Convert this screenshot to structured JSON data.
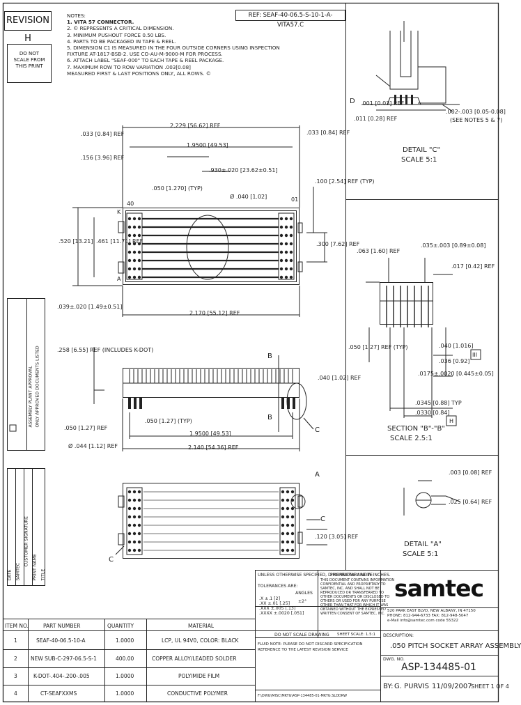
{
  "revision": "REVISION H",
  "do_not_scale": [
    "DO NOT",
    "SCALE FROM",
    "THIS PRINT"
  ],
  "ref_part": "REF: SEAF-40-06.5-S-10-1-A-VITA57.C",
  "notes": {
    "header": "NOTES:",
    "lines": [
      "1. VITA 57 CONNECTOR.",
      "2. © REPRESENTS A CRITICAL DIMENSION.",
      "3. MINIMUM PUSHOUT FORCE 0.50 LBS.",
      "4. PARTS TO BE PACKAGED IN TAPE & REEL.",
      "5. DIMENSION C1 IS MEASURED IN THE FOUR OUTSIDE CORNERS USING INSPECTION",
      "   FIXTURE AT-1817-BSB-2. USE CO-AU-M-9000-M FOR PROCESS.",
      "6. ATTACH LABEL \"SEAF-000\" TO EACH TAPE & REEL PACKAGE.",
      "7. MAXIMUM ROW TO ROW VARIATION .003[0.08]",
      "   MEASURED FIRST & LAST POSITIONS ONLY, ALL ROWS. ©"
    ]
  },
  "top_view": {
    "dims": [
      "2.229 [56.62] REF",
      ".033 [0.84] REF",
      ".033 [0.84] REF",
      "1.9500 [49.53]",
      ".156 [3.96] REF",
      ".930±.020 [23.62±0.51]",
      ".050 [1.270] (TYP)",
      ".100 [2.54] REF (TYP)",
      "Ø .040 [1.02]",
      ".300 [7.62] REF",
      ".520 [13.21]",
      ".461 [11.71] REF",
      ".039±.020 [1.49±0.51]",
      "2.170 [55.12] REF"
    ],
    "pin_labels": [
      "40",
      "01",
      "K",
      "A"
    ]
  },
  "side_view": {
    "dims": [
      ".258 [6.55] REF (INCLUDES K-DOT)",
      ".040 [1.02] REF",
      ".050 [1.27] REF",
      ".050 [1.27] (TYP)",
      "Ø .044 [1.12] REF",
      "1.9500 [49.53]",
      "2.140 [54.36] REF"
    ],
    "section_labels": [
      "B",
      "B",
      "C"
    ]
  },
  "bottom_view": {
    "labels": [
      "A",
      "C",
      "C"
    ],
    "dims": [
      ".120 [3.05] REF"
    ]
  },
  "detail_c": {
    "title": "DETAIL \"C\"",
    "scale": "SCALE 5:1",
    "dims": [
      "D",
      ".011 [0.28] REF",
      ".001 [0.03] REF",
      ".002-.003 [0.05-0.08]",
      "(SEE NOTES 5 & 7)"
    ]
  },
  "section_bb": {
    "title": "SECTION \"B\"-\"B\"",
    "scale": "SCALE 2.5:1",
    "dims": [
      ".063 [1.60] REF",
      ".035±.003 [0.89±0.08]",
      ".017 [0.42] REF",
      ".050 [1.27] REF (TYP)",
      ".040 [1.016]",
      ".036 [0.92]",
      ".0175±.0020 [0.445±0.05]",
      ".0345 [0.88] TYP",
      ".0330 [0.84]"
    ],
    "flags": [
      "III",
      "H"
    ]
  },
  "detail_a": {
    "title": "DETAIL \"A\"",
    "scale": "SCALE 5:1",
    "dims": [
      ".003 [0.08] REF",
      ".025 [0.64] REF"
    ]
  },
  "tolerances": {
    "unless": "UNLESS OTHERWISE SPECIFIED, DIMENSIONS ARE IN INCHES.",
    "label": "TOLERANCES ARE:",
    "angles_label": "ANGLES",
    "decimals": [
      ".X ±.1 [2]",
      ".XX ±.01 [.25]",
      ".XXX ±.005 [.13]",
      ".XXXX ±.0020 [.051]"
    ],
    "angle_value": "±2°",
    "proprietary_title": "PROPRIETARY NOTE",
    "proprietary_text": [
      "THIS DOCUMENT CONTAINS INFORMATION",
      "CONFIDENTIAL AND PROPRIETARY TO",
      "SAMTEC, INC. AND SHALL NOT BE",
      "REPRODUCED OR TRANSFERRED TO",
      "OTHER DOCUMENTS OR DISCLOSED TO",
      "OTHERS OR USED FOR ANY PURPOSE",
      "OTHER THAN THAT FOR WHICH IT WAS",
      "OBTAINED WITHOUT THE EXPRESSED",
      "WRITTEN CONSENT OF SAMTEC, INC."
    ],
    "do_not_scale": "DO NOT SCALE DRAWING",
    "sheet_scale": "SHEET SCALE: 1.5:1",
    "fluid": "FLUID NOTE: PLEASE DO NOT DISCARD SPECIFICATION",
    "fluid2": "REFERENCE TO THE LATEST REVISION SERVICE",
    "file": "F:\\DWG\\MISC\\MKTG\\ASP-134485-01-MKTG.SLDDRW"
  },
  "company": {
    "logo": "samtec",
    "address": [
      "520 PARK EAST BLVD, NEW ALBANY, IN 47150",
      "PHONE: 812-944-6733   FAX: 812-948-5047",
      "e-Mail info@samtec.com   code 55322"
    ]
  },
  "title_block": {
    "description_label": "DESCRIPTION:",
    "description": ".050 PITCH SOCKET ARRAY ASSEMBLY",
    "dwg_label": "DWG. NO.",
    "dwg_no": "ASP-134485-01",
    "by_label": "BY:",
    "by": "G. PURVIS",
    "date": "11/09/2007",
    "sheet": "SHEET 1 OF 4"
  },
  "bom": {
    "headers": [
      "ITEM NO.",
      "PART NUMBER",
      "QUANTITY",
      "MATERIAL"
    ],
    "rows": [
      [
        "1",
        "SEAF-40-06.5-10-A",
        "1.0000",
        "LCP, UL 94V0, COLOR: BLACK"
      ],
      [
        "2",
        "NEW SUB-C-297-06.5-S-1",
        "400.00",
        "COPPER ALLOY/LEADED SOLDER"
      ],
      [
        "3",
        "K-DOT-.404-.200-.005",
        "1.0000",
        "POLYIMIDE FILM"
      ],
      [
        "4",
        "CT-SEAFXXMS",
        "1.0000",
        "CONDUCTIVE POLYMER"
      ]
    ]
  },
  "side_strip": {
    "approval": [
      "ASSEMBLY PLANT APPROVAL",
      "ONLY APPROVED DOCUMENTS LISTED"
    ],
    "signatures": [
      "DATE",
      "SAMTEC",
      "CUSTOMER SIGNATURE",
      "PRINT NAME",
      "TITLE"
    ]
  }
}
